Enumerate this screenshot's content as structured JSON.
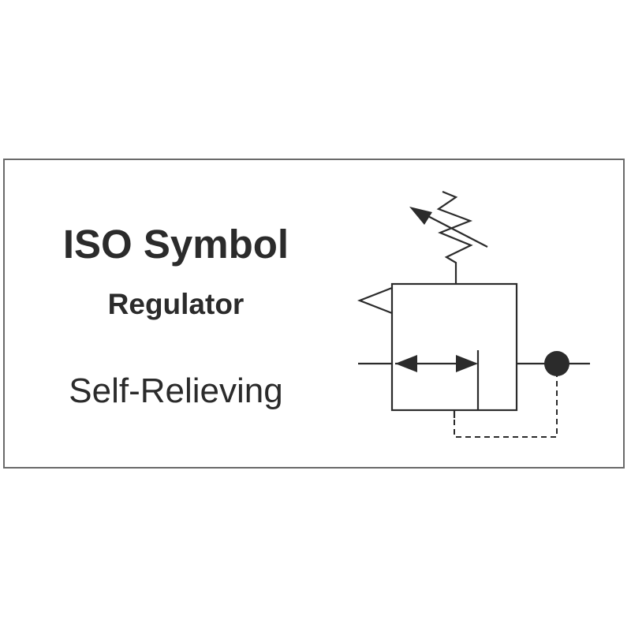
{
  "card": {
    "title": "ISO Symbol",
    "subtitle": "Regulator",
    "type": "Self-Relieving"
  },
  "symbol": {
    "kind": "pressure-regulator-self-relieving",
    "stroke_color": "#2b2b2b",
    "border_color": "#6a6a6a"
  }
}
